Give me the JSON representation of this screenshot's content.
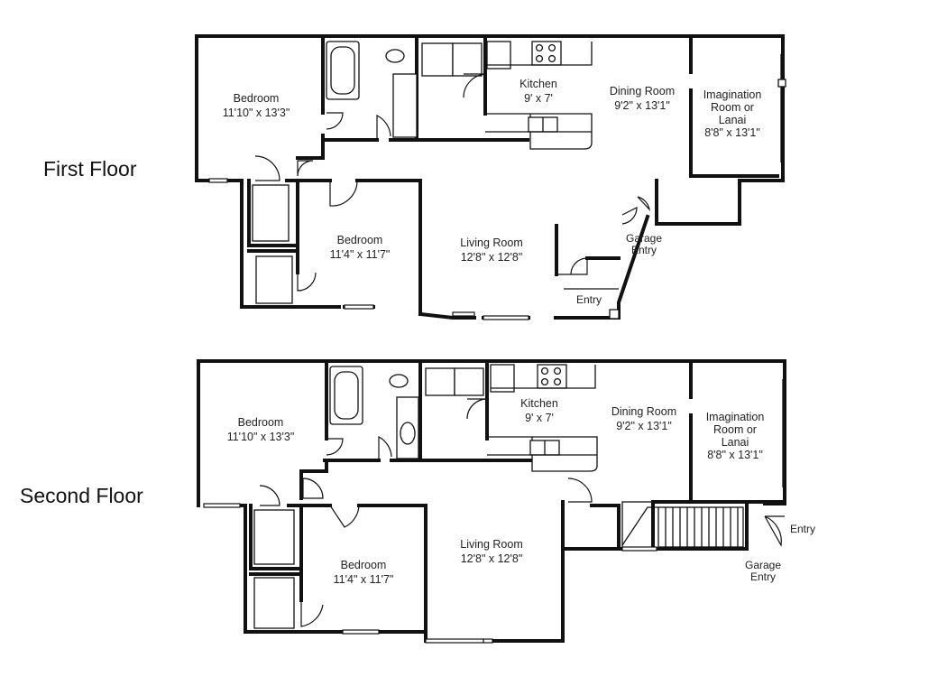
{
  "floors": [
    {
      "title": "First Floor",
      "rooms": {
        "bedroom_a": {
          "name": "Bedroom",
          "size": "11'10\" x 13'3\""
        },
        "kitchen": {
          "name": "Kitchen",
          "size": "9' x 7'"
        },
        "dining": {
          "name": "Dining Room",
          "size": "9'2\" x 13'1\""
        },
        "imagination": {
          "line1": "Imagination",
          "line2": "Room or",
          "line3": "Lanai",
          "size": "8'8\" x 13'1\""
        },
        "bedroom_b": {
          "name": "Bedroom",
          "size": "11'4\" x 11'7\""
        },
        "living": {
          "name": "Living Room",
          "size": "12'8\" x 12'8\""
        },
        "garage_entry": {
          "line1": "Garage",
          "line2": "Entry"
        },
        "entry": "Entry"
      }
    },
    {
      "title": "Second Floor",
      "rooms": {
        "bedroom_a": {
          "name": "Bedroom",
          "size": "11'10\" x 13'3\""
        },
        "kitchen": {
          "name": "Kitchen",
          "size": "9' x 7'"
        },
        "dining": {
          "name": "Dining Room",
          "size": "9'2\" x 13'1\""
        },
        "imagination": {
          "line1": "Imagination",
          "line2": "Room or",
          "line3": "Lanai",
          "size": "8'8\" x 13'1\""
        },
        "bedroom_b": {
          "name": "Bedroom",
          "size": "11'4\" x 11'7\""
        },
        "living": {
          "name": "Living Room",
          "size": "12'8\" x 12'8\""
        },
        "garage_entry": {
          "line1": "Garage",
          "line2": "Entry"
        },
        "entry": "Entry"
      }
    }
  ]
}
